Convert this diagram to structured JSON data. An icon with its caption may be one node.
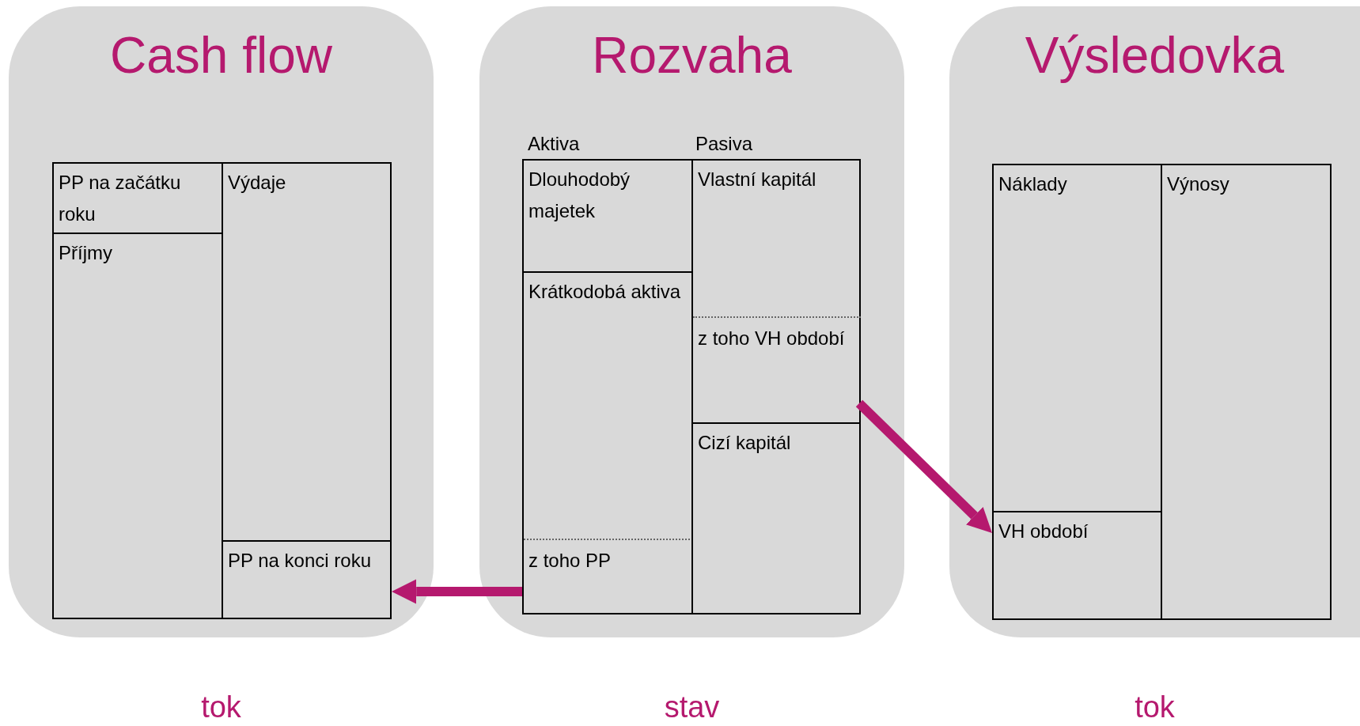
{
  "diagram": {
    "nodes": [
      {
        "text": [
          "Cash flow"
        ],
        "beside": [
          "tok"
        ]
      },
      {
        "text": [
          "PP na začátku roku"
        ],
        "in": 0
      },
      {
        "text": [
          "Příjmy"
        ],
        "in": 0
      },
      {
        "text": [
          "Výdaje"
        ],
        "in": 0
      },
      {
        "text": [
          "PP na konci roku"
        ],
        "in": 0
      },
      {
        "text": [
          "Rozvaha"
        ],
        "beside": [
          "stav"
        ]
      },
      {
        "text": [
          "Dlouhodobý majetek"
        ],
        "in": 5
      },
      {
        "text": [
          "Krátkodobá aktiva"
        ],
        "in": 5
      },
      {
        "text": [
          "z toho PP"
        ],
        "in": 7
      },
      {
        "text": [
          "Vlastní kapitál"
        ],
        "in": 5
      },
      {
        "text": [
          "z toho VH období"
        ],
        "in": 9
      },
      {
        "text": [
          "Cizí kapitál"
        ],
        "in": 5
      },
      {
        "text": [
          "Výsledovka"
        ],
        "beside": [
          "tok"
        ]
      },
      {
        "text": [
          "Náklady"
        ],
        "in": 12
      },
      {
        "text": [
          "VH období"
        ],
        "in": 12
      },
      {
        "text": [
          "Výnosy"
        ],
        "in": 12
      }
    ],
    "edges": [
      {
        "from": 8,
        "to": 4,
        "arrow": "to"
      },
      {
        "from": 10,
        "to": 14,
        "arrow": "to"
      }
    ],
    "labels": [
      "Aktiva",
      "Pasiva"
    ]
  }
}
